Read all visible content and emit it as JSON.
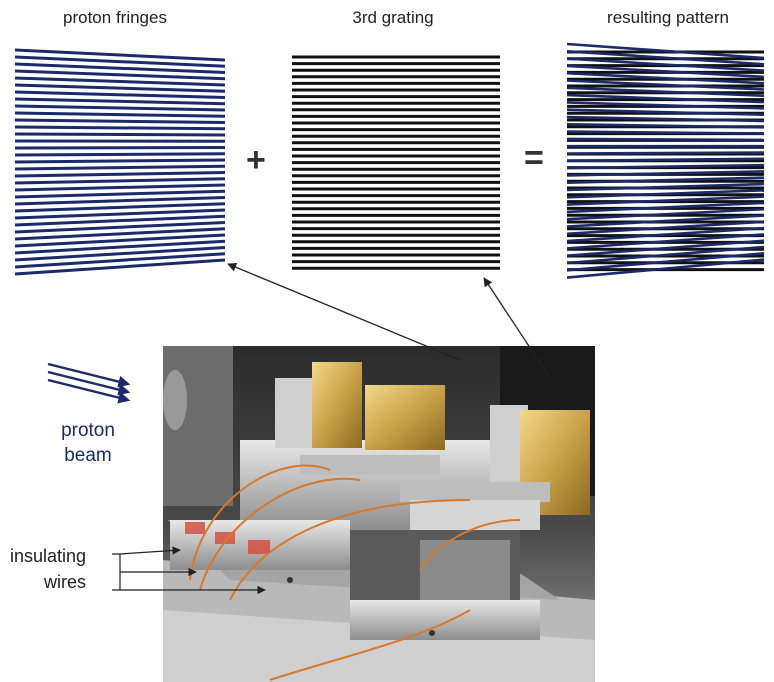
{
  "panels": {
    "fringes_title": "proton fringes",
    "grating_title": "3rd grating",
    "result_title": "resulting pattern",
    "plus": "+",
    "equals": "="
  },
  "beam": {
    "line1": "proton",
    "line2": "beam",
    "color": "#1c2a6b"
  },
  "annotation": {
    "line1": "insulating",
    "line2": "wires"
  },
  "colors": {
    "fringe": "#1c2a6b",
    "grating": "#111111",
    "arrow": "#222222"
  },
  "photo": {
    "description_icon": "apparatus-photo"
  }
}
